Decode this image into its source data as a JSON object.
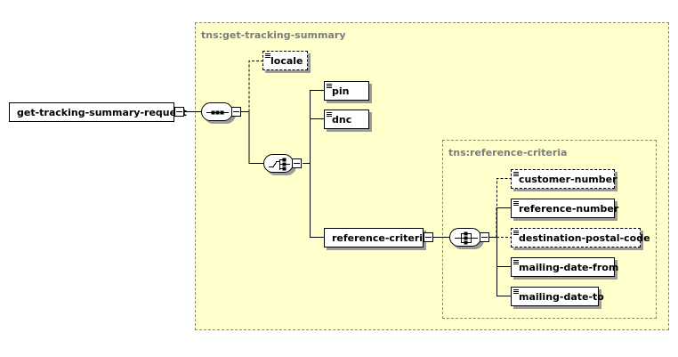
{
  "root": {
    "label": "get-tracking-summary-request"
  },
  "group_outer": {
    "label": "tns:get-tracking-summary"
  },
  "group_inner": {
    "label": "tns:reference-criteria"
  },
  "elements": {
    "locale": "locale",
    "pin": "pin",
    "dnc": "dnc",
    "reference_criteria": "reference-criteria",
    "customer_number": "customer-number",
    "reference_number": "reference-number",
    "destination_postal_code": "destination-postal-code",
    "mailing_date_from": "mailing-date-from",
    "mailing_date_to": "mailing-date-to"
  },
  "icons": {
    "sequence": "sequence-compositor-icon",
    "choice": "choice-compositor-icon",
    "all": "all-compositor-icon",
    "collapse": "minus-icon"
  }
}
